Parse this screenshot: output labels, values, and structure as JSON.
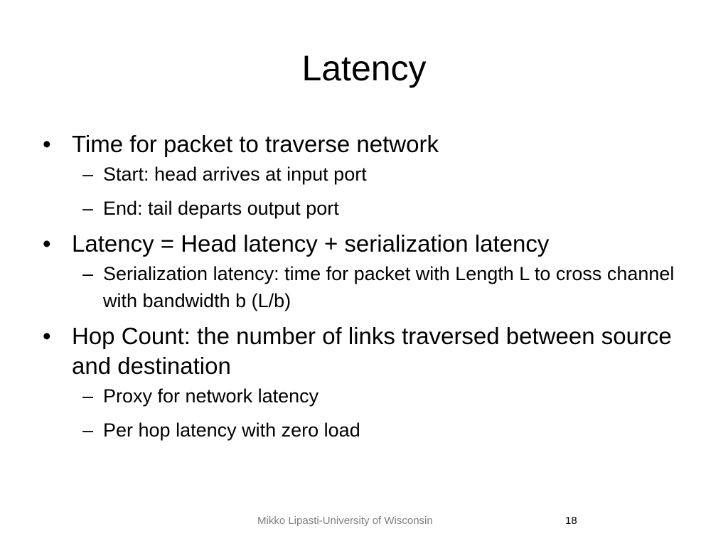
{
  "slide": {
    "title": "Latency",
    "bullets": [
      {
        "text": "Time for packet to traverse network",
        "subs": [
          "Start: head arrives at input port",
          "End: tail departs output port"
        ]
      },
      {
        "text": "Latency = Head latency + serialization latency",
        "subs": [
          "Serialization latency: time for packet with Length L to cross channel with bandwidth b (L/b)"
        ]
      },
      {
        "text": "Hop Count: the number of links traversed between source and destination",
        "subs": [
          "Proxy for network latency",
          "Per hop latency with zero load"
        ]
      }
    ],
    "bullet_glyph": "•",
    "dash_glyph": "–"
  },
  "footer": {
    "text": "Mikko Lipasti-University of Wisconsin",
    "page_number": "18"
  }
}
